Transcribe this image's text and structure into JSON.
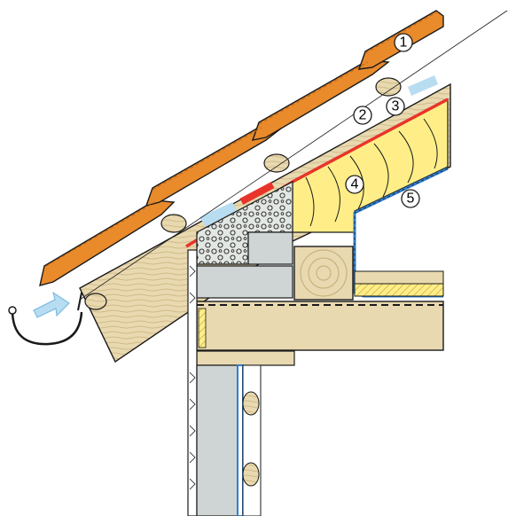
{
  "colors": {
    "tile": "#e98a2b",
    "tile_dark": "#b9641a",
    "wood": "#e9d9b0",
    "wood_dark": "#c8b27e",
    "insulation": "#ffee88",
    "membrane_red": "#e8342a",
    "membrane_blue": "#2f7fd0",
    "concrete": "#cfd5d5",
    "gravel": "#e3e7e3",
    "air": "#b8dcf0",
    "line": "#1a1a1a"
  },
  "callouts": [
    {
      "id": "1",
      "label": "1"
    },
    {
      "id": "2",
      "label": "2"
    },
    {
      "id": "3",
      "label": "3"
    },
    {
      "id": "4",
      "label": "4"
    },
    {
      "id": "5",
      "label": "5"
    }
  ],
  "icons": [
    "gutter-icon",
    "airflow-arrow-icon"
  ]
}
